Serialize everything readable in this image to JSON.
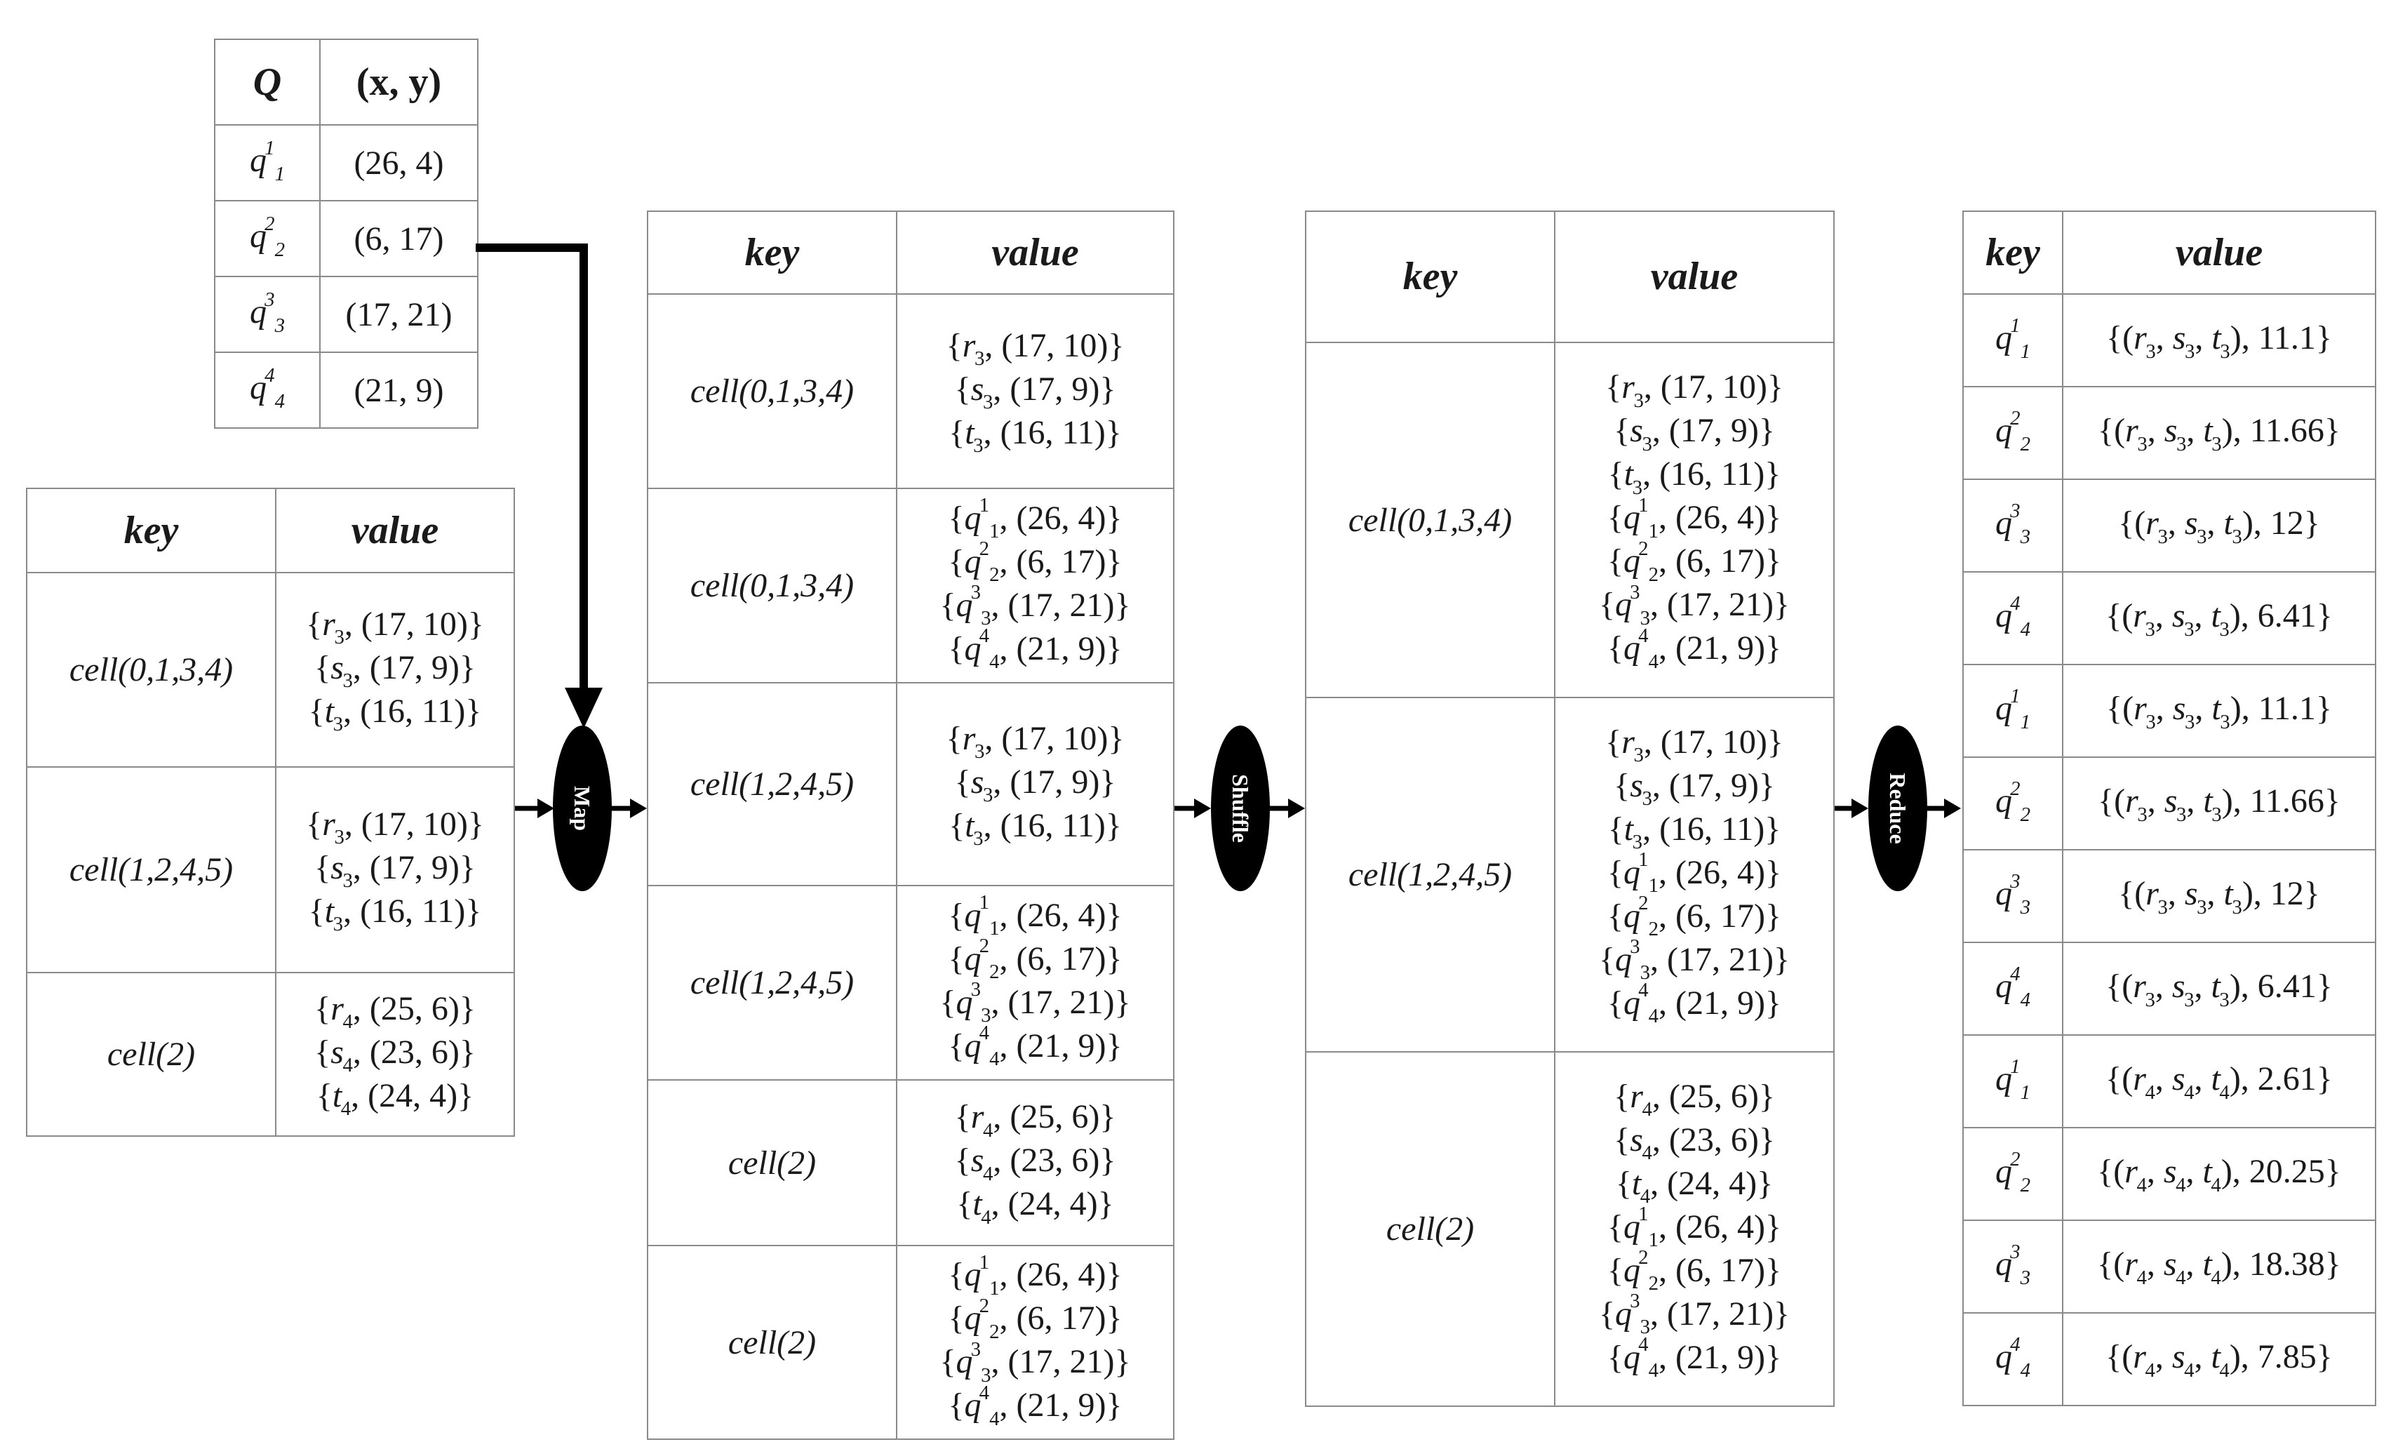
{
  "query_table": {
    "headers": [
      "Q",
      "(x, y)"
    ],
    "rows": [
      {
        "q": "q",
        "sup": "1",
        "sub": "1",
        "coord": "(26, 4)"
      },
      {
        "q": "q",
        "sup": "2",
        "sub": "2",
        "coord": "(6, 17)"
      },
      {
        "q": "q",
        "sup": "3",
        "sub": "3",
        "coord": "(17, 21)"
      },
      {
        "q": "q",
        "sup": "4",
        "sub": "4",
        "coord": "(21, 9)"
      }
    ]
  },
  "input_table": {
    "headers": [
      "key",
      "value"
    ],
    "rows": [
      {
        "key": "cell(0,1,3,4)",
        "values": [
          {
            "v": "r",
            "i": "3",
            "p": ", (17, 10)"
          },
          {
            "v": "s",
            "i": "3",
            "p": ", (17, 9)"
          },
          {
            "v": "t",
            "i": "3",
            "p": ", (16, 11)"
          }
        ]
      },
      {
        "key": "cell(1,2,4,5)",
        "values": [
          {
            "v": "r",
            "i": "3",
            "p": ", (17, 10)"
          },
          {
            "v": "s",
            "i": "3",
            "p": ", (17, 9)"
          },
          {
            "v": "t",
            "i": "3",
            "p": ", (16, 11)"
          }
        ]
      },
      {
        "key": "cell(2)",
        "values": [
          {
            "v": "r",
            "i": "4",
            "p": ", (25, 6)"
          },
          {
            "v": "s",
            "i": "4",
            "p": ", (23, 6)"
          },
          {
            "v": "t",
            "i": "4",
            "p": ", (24, 4)"
          }
        ]
      }
    ]
  },
  "map_output_table": {
    "headers": [
      "key",
      "value"
    ],
    "rows": [
      {
        "key": "cell(0,1,3,4)",
        "values": [
          {
            "v": "r",
            "i": "3",
            "p": ", (17, 10)"
          },
          {
            "v": "s",
            "i": "3",
            "p": ", (17, 9)"
          },
          {
            "v": "t",
            "i": "3",
            "p": ", (16, 11)"
          }
        ]
      },
      {
        "key": "cell(0,1,3,4)",
        "values": [
          {
            "v": "q",
            "sup": "1",
            "i": "1",
            "p": ", (26, 4)"
          },
          {
            "v": "q",
            "sup": "2",
            "i": "2",
            "p": ", (6, 17)"
          },
          {
            "v": "q",
            "sup": "3",
            "i": "3",
            "p": ", (17, 21)"
          },
          {
            "v": "q",
            "sup": "4",
            "i": "4",
            "p": ", (21, 9)"
          }
        ]
      },
      {
        "key": "cell(1,2,4,5)",
        "values": [
          {
            "v": "r",
            "i": "3",
            "p": ", (17, 10)"
          },
          {
            "v": "s",
            "i": "3",
            "p": ", (17, 9)"
          },
          {
            "v": "t",
            "i": "3",
            "p": ", (16, 11)"
          }
        ]
      },
      {
        "key": "cell(1,2,4,5)",
        "values": [
          {
            "v": "q",
            "sup": "1",
            "i": "1",
            "p": ", (26, 4)"
          },
          {
            "v": "q",
            "sup": "2",
            "i": "2",
            "p": ", (6, 17)"
          },
          {
            "v": "q",
            "sup": "3",
            "i": "3",
            "p": ", (17, 21)"
          },
          {
            "v": "q",
            "sup": "4",
            "i": "4",
            "p": ", (21, 9)"
          }
        ]
      },
      {
        "key": "cell(2)",
        "values": [
          {
            "v": "r",
            "i": "4",
            "p": ", (25, 6)"
          },
          {
            "v": "s",
            "i": "4",
            "p": ", (23, 6)"
          },
          {
            "v": "t",
            "i": "4",
            "p": ", (24, 4)"
          }
        ]
      },
      {
        "key": "cell(2)",
        "values": [
          {
            "v": "q",
            "sup": "1",
            "i": "1",
            "p": ", (26, 4)"
          },
          {
            "v": "q",
            "sup": "2",
            "i": "2",
            "p": ", (6, 17)"
          },
          {
            "v": "q",
            "sup": "3",
            "i": "3",
            "p": ", (17, 21)"
          },
          {
            "v": "q",
            "sup": "4",
            "i": "4",
            "p": ", (21, 9)"
          }
        ]
      }
    ]
  },
  "shuffle_output_table": {
    "headers": [
      "key",
      "value"
    ],
    "rows": [
      {
        "key": "cell(0,1,3,4)",
        "values": [
          {
            "v": "r",
            "i": "3",
            "p": ", (17, 10)"
          },
          {
            "v": "s",
            "i": "3",
            "p": ", (17, 9)"
          },
          {
            "v": "t",
            "i": "3",
            "p": ", (16, 11)"
          },
          {
            "v": "q",
            "sup": "1",
            "i": "1",
            "p": ", (26, 4)"
          },
          {
            "v": "q",
            "sup": "2",
            "i": "2",
            "p": ", (6, 17)"
          },
          {
            "v": "q",
            "sup": "3",
            "i": "3",
            "p": ", (17, 21)"
          },
          {
            "v": "q",
            "sup": "4",
            "i": "4",
            "p": ", (21, 9)"
          }
        ]
      },
      {
        "key": "cell(1,2,4,5)",
        "values": [
          {
            "v": "r",
            "i": "3",
            "p": ", (17, 10)"
          },
          {
            "v": "s",
            "i": "3",
            "p": ", (17, 9)"
          },
          {
            "v": "t",
            "i": "3",
            "p": ", (16, 11)"
          },
          {
            "v": "q",
            "sup": "1",
            "i": "1",
            "p": ", (26, 4)"
          },
          {
            "v": "q",
            "sup": "2",
            "i": "2",
            "p": ", (6, 17)"
          },
          {
            "v": "q",
            "sup": "3",
            "i": "3",
            "p": ", (17, 21)"
          },
          {
            "v": "q",
            "sup": "4",
            "i": "4",
            "p": ", (21, 9)"
          }
        ]
      },
      {
        "key": "cell(2)",
        "values": [
          {
            "v": "r",
            "i": "4",
            "p": ", (25, 6)"
          },
          {
            "v": "s",
            "i": "4",
            "p": ", (23, 6)"
          },
          {
            "v": "t",
            "i": "4",
            "p": ", (24, 4)"
          },
          {
            "v": "q",
            "sup": "1",
            "i": "1",
            "p": ", (26, 4)"
          },
          {
            "v": "q",
            "sup": "2",
            "i": "2",
            "p": ", (6, 17)"
          },
          {
            "v": "q",
            "sup": "3",
            "i": "3",
            "p": ", (17, 21)"
          },
          {
            "v": "q",
            "sup": "4",
            "i": "4",
            "p": ", (21, 9)"
          }
        ]
      }
    ]
  },
  "result_table": {
    "headers": [
      "key",
      "value"
    ],
    "rows": [
      {
        "sup": "1",
        "i": "1",
        "g": "3",
        "dist": "11.1"
      },
      {
        "sup": "2",
        "i": "2",
        "g": "3",
        "dist": "11.66"
      },
      {
        "sup": "3",
        "i": "3",
        "g": "3",
        "dist": "12"
      },
      {
        "sup": "4",
        "i": "4",
        "g": "3",
        "dist": "6.41"
      },
      {
        "sup": "1",
        "i": "1",
        "g": "3",
        "dist": "11.1"
      },
      {
        "sup": "2",
        "i": "2",
        "g": "3",
        "dist": "11.66"
      },
      {
        "sup": "3",
        "i": "3",
        "g": "3",
        "dist": "12"
      },
      {
        "sup": "4",
        "i": "4",
        "g": "3",
        "dist": "6.41"
      },
      {
        "sup": "1",
        "i": "1",
        "g": "4",
        "dist": "2.61"
      },
      {
        "sup": "2",
        "i": "2",
        "g": "4",
        "dist": "20.25"
      },
      {
        "sup": "3",
        "i": "3",
        "g": "4",
        "dist": "18.38"
      },
      {
        "sup": "4",
        "i": "4",
        "g": "4",
        "dist": "7.85"
      }
    ]
  },
  "operations": {
    "map": "Map",
    "shuffle": "Shuffle",
    "reduce": "Reduce"
  },
  "colors": {
    "border": "#8a8a8a",
    "text": "#1a1a1a",
    "arrow": "#000000",
    "operation_fill": "#000000",
    "operation_text": "#ffffff"
  }
}
